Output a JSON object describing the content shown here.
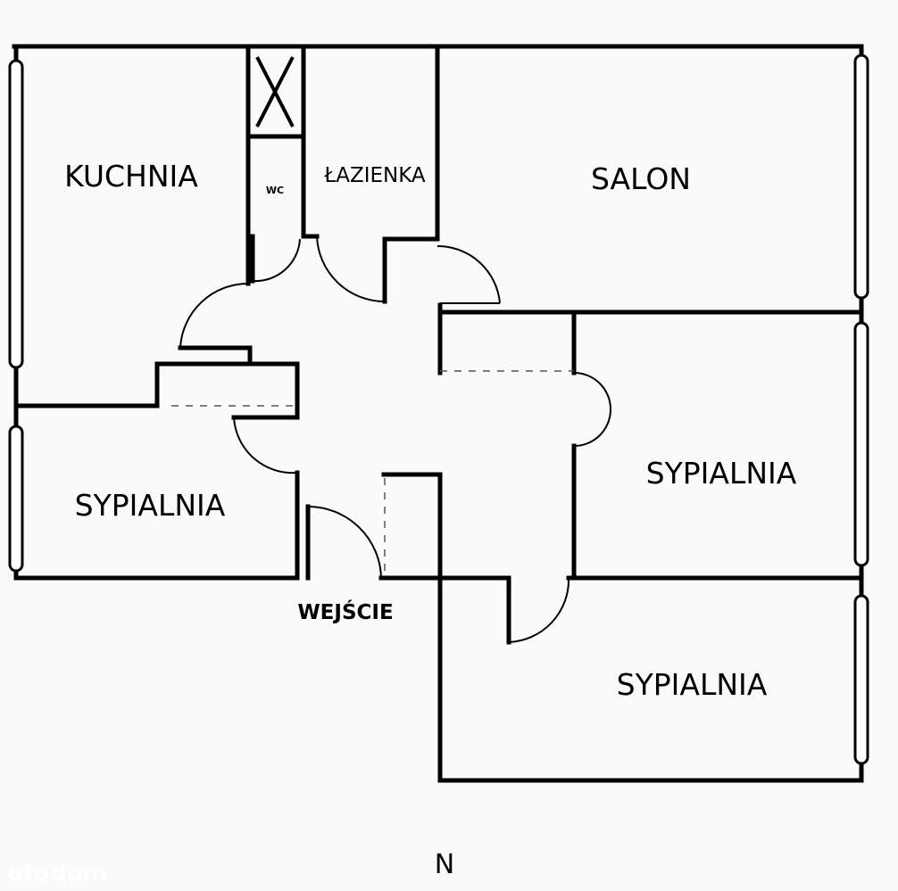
{
  "rooms": {
    "kitchen": "KUCHNIA",
    "wc": "WC",
    "bathroom": "ŁAZIENKA",
    "living_room": "SALON",
    "bedroom_left": "SYPIALNIA",
    "bedroom_right_upper": "SYPIALNIA",
    "bedroom_right_lower": "SYPIALNIA",
    "entrance": "WEJŚCIE"
  },
  "compass": "N",
  "watermark": "otodom",
  "colors": {
    "wall": "#000000",
    "background": "#fafafa"
  }
}
